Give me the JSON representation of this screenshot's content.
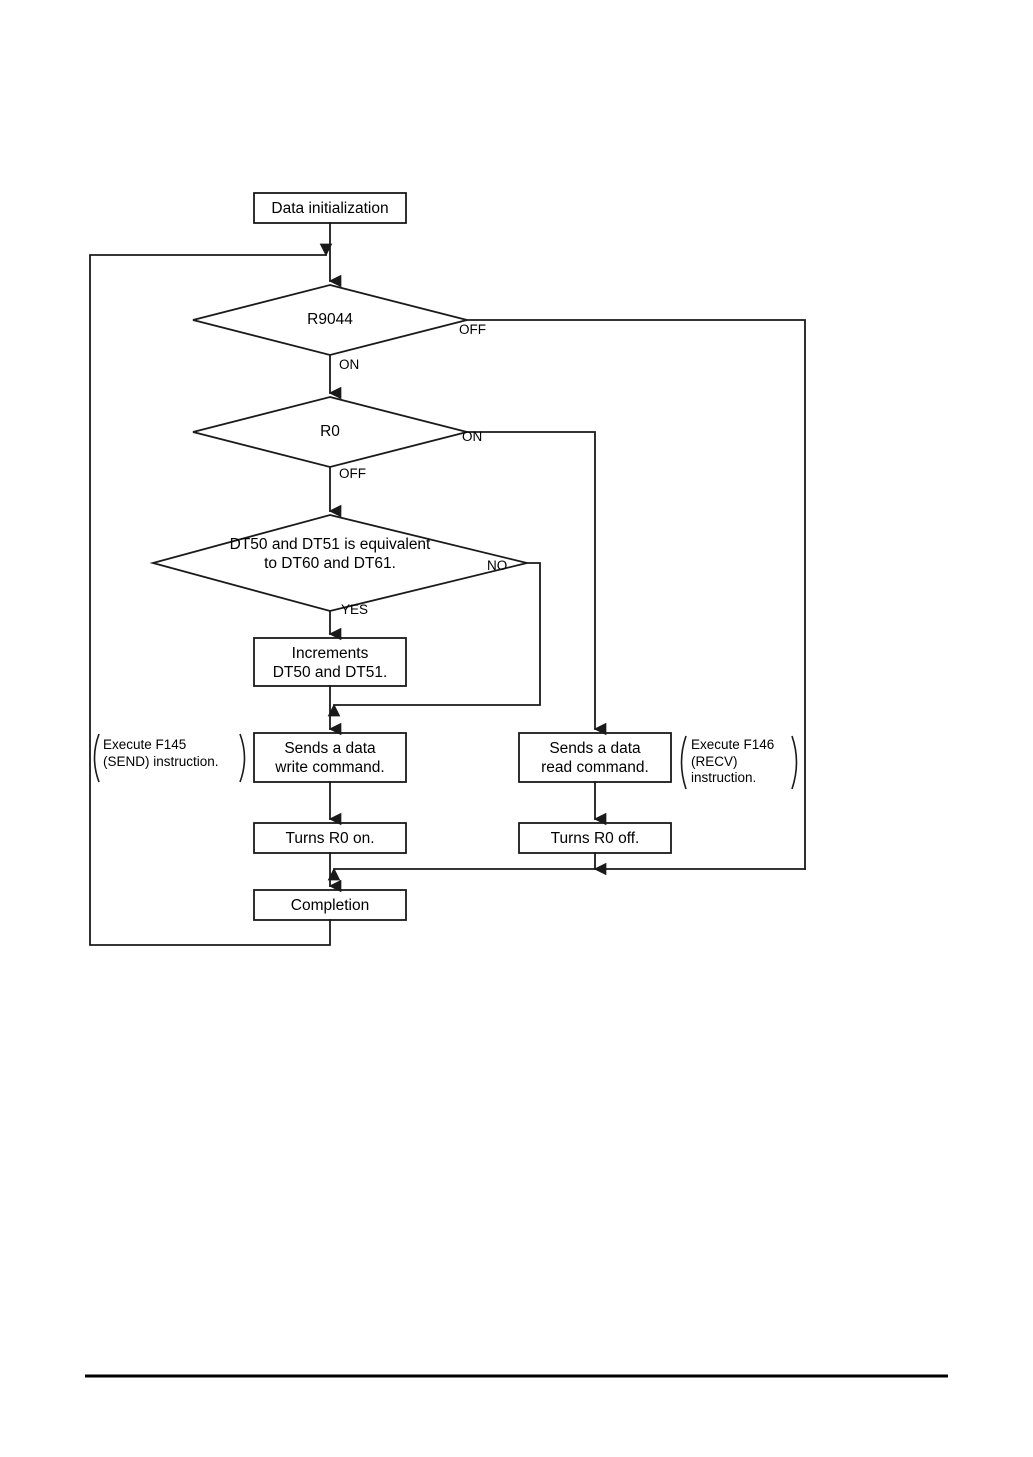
{
  "document": {
    "type": "flowchart",
    "title": "PLC data transfer flowchart",
    "background_color": "#ffffff",
    "line_color": "#1a1a1a"
  },
  "flowchart": {
    "nodes": [
      {
        "id": "data-initialization",
        "shape": "process",
        "label": "Data initialization"
      },
      {
        "id": "r9044",
        "shape": "decision",
        "label": "R9044"
      },
      {
        "id": "r0",
        "shape": "decision",
        "label": "R0"
      },
      {
        "id": "dt-compare",
        "shape": "decision",
        "label": "DT50 and DT51 is equivalent\nto DT60 and DT61."
      },
      {
        "id": "increments",
        "shape": "process",
        "label": "Increments\nDT50 and DT51."
      },
      {
        "id": "send-write",
        "shape": "process",
        "label": "Sends a data\nwrite command."
      },
      {
        "id": "send-read",
        "shape": "process",
        "label": "Sends a data\nread command."
      },
      {
        "id": "turns-r0-on",
        "shape": "process",
        "label": "Turns R0 on."
      },
      {
        "id": "turns-r0-off",
        "shape": "process",
        "label": "Turns R0 off."
      },
      {
        "id": "completion",
        "shape": "process",
        "label": "Completion"
      }
    ],
    "edge_labels": {
      "r9044_off": "OFF",
      "r9044_on": "ON",
      "r0_on": "ON",
      "r0_off": "OFF",
      "dt_yes": "YES",
      "dt_no": "NO"
    },
    "annotations": [
      {
        "id": "note-f145",
        "side": "left",
        "text": "Execute F145\n(SEND) instruction.",
        "attached_to": "send-write"
      },
      {
        "id": "note-f146",
        "side": "right",
        "text": "Execute F146\n(RECV)\ninstruction.",
        "attached_to": "send-read"
      }
    ]
  }
}
